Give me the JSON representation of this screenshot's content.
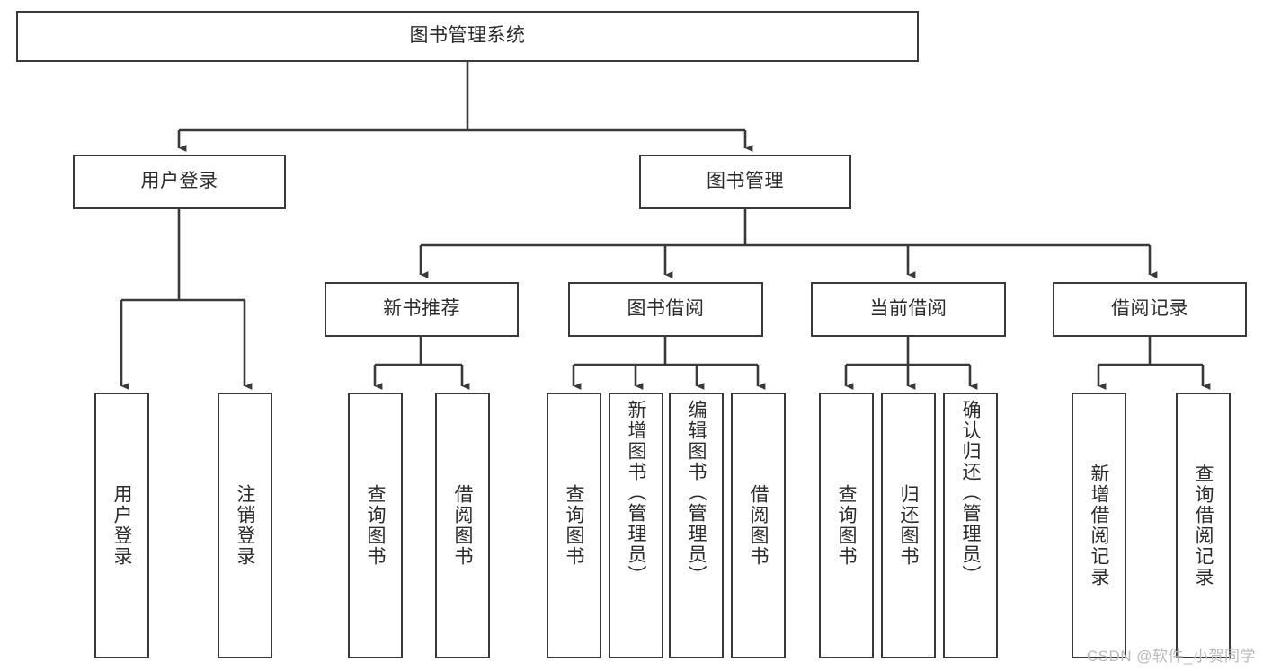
{
  "diagram": {
    "title": "图书管理系统",
    "type": "tree",
    "watermark": "CSDN @软件_小贺同学",
    "colors": {
      "box_border": "#3a3a3a",
      "box_fill": "#ffffff",
      "edge": "#3a3a3a",
      "text": "#2b2b2b",
      "watermark": "#b9b9b9",
      "background": "#ffffff"
    },
    "levels": {
      "root": {
        "label": "图书管理系统"
      },
      "level2": [
        {
          "label": "用户登录"
        },
        {
          "label": "图书管理"
        }
      ],
      "level3": [
        {
          "label": "新书推荐"
        },
        {
          "label": "图书借阅"
        },
        {
          "label": "当前借阅"
        },
        {
          "label": "借阅记录"
        }
      ],
      "leaves": {
        "user_login": [
          {
            "label": "用户登录"
          },
          {
            "label": "注销登录"
          }
        ],
        "new_book_recommend": [
          {
            "label": "查询图书"
          },
          {
            "label": "借阅图书"
          }
        ],
        "book_borrow": [
          {
            "label": "查询图书"
          },
          {
            "label": "新增图书（管理员）"
          },
          {
            "label": "编辑图书（管理员）"
          },
          {
            "label": "借阅图书"
          }
        ],
        "current_borrow": [
          {
            "label": "查询图书"
          },
          {
            "label": "归还图书"
          },
          {
            "label": "确认归还（管理员）"
          }
        ],
        "borrow_record": [
          {
            "label": "新增借阅记录"
          },
          {
            "label": "查询借阅记录"
          }
        ]
      }
    }
  }
}
